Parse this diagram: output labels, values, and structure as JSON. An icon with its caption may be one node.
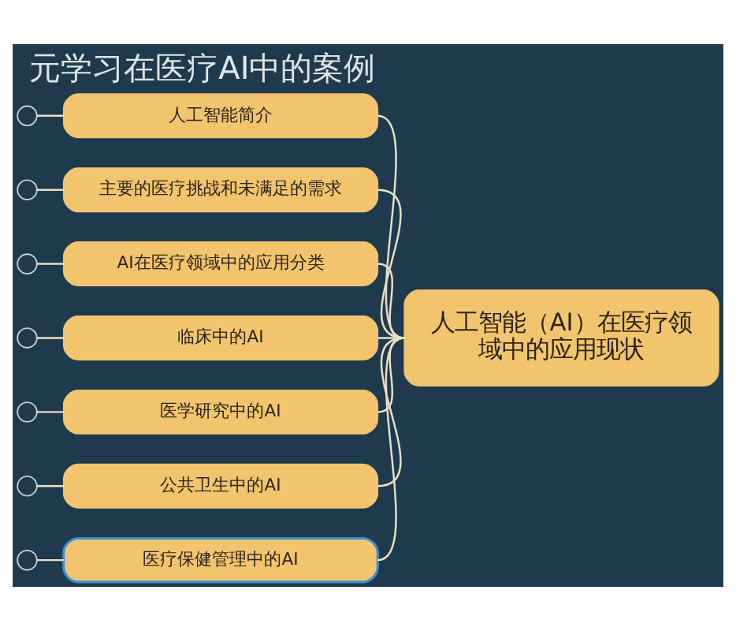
{
  "diagram": {
    "title": "元学习在医疗AI中的案例",
    "nodes": [
      {
        "text": [
          "人工智能（AI）在医疗领域中的应用现状"
        ]
      },
      {
        "text": [
          "人工智能简介"
        ]
      },
      {
        "text": [
          "主要的医疗挑战和未满足的需求"
        ]
      },
      {
        "text": [
          "AI在医疗领域中的应用分类"
        ]
      },
      {
        "text": [
          "临床中的AI"
        ]
      },
      {
        "text": [
          "医学研究中的AI"
        ]
      },
      {
        "text": [
          "公共卫生中的AI"
        ]
      },
      {
        "text": [
          "医疗保健管理中的AI"
        ]
      },
      {
        "text": [],
        "shape": "circle"
      },
      {
        "text": [],
        "shape": "circle"
      },
      {
        "text": [],
        "shape": "circle"
      },
      {
        "text": [],
        "shape": "circle"
      },
      {
        "text": [],
        "shape": "circle"
      },
      {
        "text": [],
        "shape": "circle"
      },
      {
        "text": [],
        "shape": "circle"
      }
    ],
    "edges": [
      {
        "from": 0,
        "to": 1,
        "arrow": "none"
      },
      {
        "from": 0,
        "to": 2,
        "arrow": "none"
      },
      {
        "from": 0,
        "to": 3,
        "arrow": "none"
      },
      {
        "from": 0,
        "to": 4,
        "arrow": "none"
      },
      {
        "from": 0,
        "to": 5,
        "arrow": "none"
      },
      {
        "from": 0,
        "to": 6,
        "arrow": "none"
      },
      {
        "from": 0,
        "to": 7,
        "arrow": "none"
      },
      {
        "from": 1,
        "to": 8,
        "arrow": "none"
      },
      {
        "from": 2,
        "to": 9,
        "arrow": "none"
      },
      {
        "from": 3,
        "to": 10,
        "arrow": "none"
      },
      {
        "from": 4,
        "to": 11,
        "arrow": "none"
      },
      {
        "from": 5,
        "to": 12,
        "arrow": "none"
      },
      {
        "from": 6,
        "to": 13,
        "arrow": "none"
      },
      {
        "from": 7,
        "to": 14,
        "arrow": "none"
      }
    ]
  }
}
